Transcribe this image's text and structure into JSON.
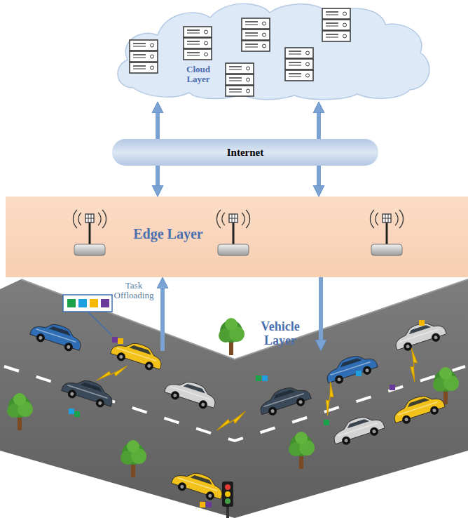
{
  "diagram": {
    "nodes": [
      {
        "text": [
          "Cloud Layer"
        ]
      },
      {
        "text": [
          "Internet"
        ]
      },
      {
        "text": [
          "Edge Layer"
        ]
      },
      {
        "text": [
          "Vehicle Layer"
        ]
      }
    ],
    "edges": [
      {
        "from": 0,
        "to": 2,
        "arrow": "both"
      },
      {
        "from": 0,
        "to": 2,
        "arrow": "both"
      },
      {
        "from": 3,
        "to": 2,
        "arrow": "to"
      },
      {
        "from": 2,
        "to": 3,
        "arrow": "to"
      }
    ],
    "labels": [
      "Task Offloading"
    ]
  }
}
